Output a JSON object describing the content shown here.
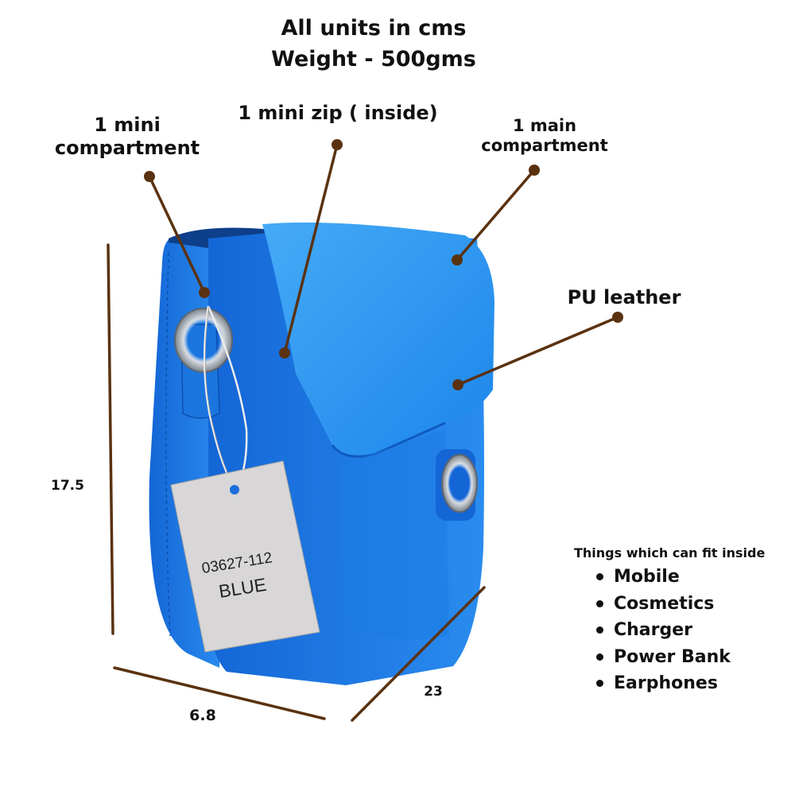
{
  "header": {
    "units": "All units in cms",
    "weight": "Weight - 500gms"
  },
  "callouts": {
    "mini_compartment": [
      "1 mini",
      "compartment"
    ],
    "mini_zip": "1 mini zip ( inside)",
    "main_compartment": [
      "1 main",
      "compartment"
    ],
    "material": "PU leather"
  },
  "dimensions": {
    "height": "17.5",
    "depth": "6.8",
    "width": "23"
  },
  "tag": {
    "code": "03627-112",
    "color": "BLUE"
  },
  "fit": {
    "title": "Things which can fit inside",
    "items": [
      "Mobile",
      "Cosmetics",
      "Charger",
      "Power Bank",
      "Earphones"
    ]
  },
  "colors": {
    "bag_blue": "#1f7fe6",
    "bag_light_blue": "#3fa6f5",
    "pointer_brown": "#5a3210",
    "tag_grey": "#d8d6d6"
  }
}
